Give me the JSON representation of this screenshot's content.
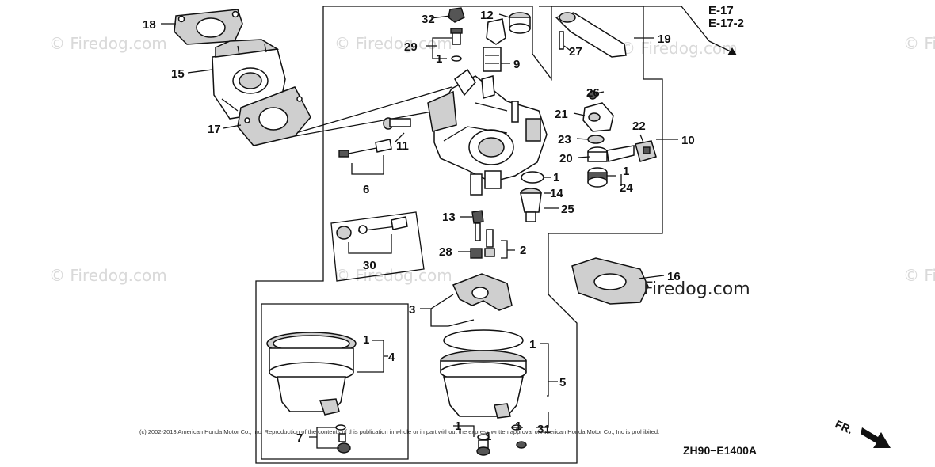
{
  "diagram": {
    "drawing_code": "ZH90−E1400A",
    "references": [
      "E-17",
      "E-17-2"
    ],
    "direction_label": "FR.",
    "copyright": "(c) 2002-2013 American Honda Motor Co., Inc. Reproduction of the contents of this publication in whole or in part without the express written approval of American Honda Motor Co., Inc is prohibited.",
    "watermark_text": "© Firedog.com",
    "watermark_overlay": "Firedog.com",
    "callouts": {
      "c1_a": "1",
      "c1_b": "1",
      "c1_c": "1",
      "c1_d": "1",
      "c1_e": "1",
      "c1_f": "1",
      "c1_g": "1",
      "c1_h": "1",
      "c2": "2",
      "c3": "3",
      "c4": "4",
      "c5": "5",
      "c6": "6",
      "c7": "7",
      "c9": "9",
      "c10": "10",
      "c11": "11",
      "c12": "12",
      "c13": "13",
      "c14": "14",
      "c15": "15",
      "c16": "16",
      "c17": "17",
      "c18": "18",
      "c19": "19",
      "c20": "20",
      "c21": "21",
      "c22": "22",
      "c23": "23",
      "c24": "24",
      "c25": "25",
      "c26": "26",
      "c27": "27",
      "c28": "28",
      "c29": "29",
      "c30": "30",
      "c31": "31",
      "c32": "32"
    }
  }
}
